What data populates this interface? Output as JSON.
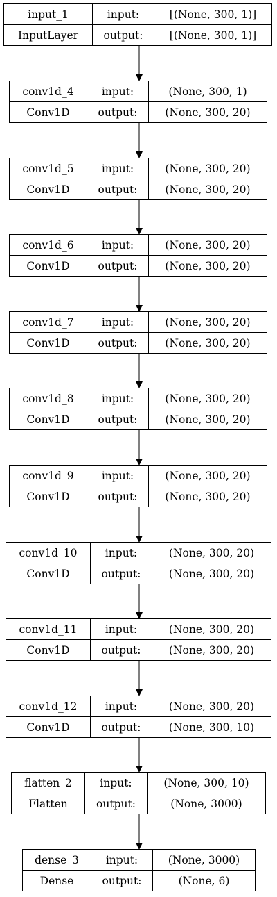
{
  "diagram": {
    "labels": {
      "input": "input:",
      "output": "output:"
    },
    "nodes": [
      {
        "name": "input_1",
        "type": "InputLayer",
        "input_shape": "[(None, 300, 1)]",
        "output_shape": "[(None, 300, 1)]"
      },
      {
        "name": "conv1d_4",
        "type": "Conv1D",
        "input_shape": "(None, 300, 1)",
        "output_shape": "(None, 300, 20)"
      },
      {
        "name": "conv1d_5",
        "type": "Conv1D",
        "input_shape": "(None, 300, 20)",
        "output_shape": "(None, 300, 20)"
      },
      {
        "name": "conv1d_6",
        "type": "Conv1D",
        "input_shape": "(None, 300, 20)",
        "output_shape": "(None, 300, 20)"
      },
      {
        "name": "conv1d_7",
        "type": "Conv1D",
        "input_shape": "(None, 300, 20)",
        "output_shape": "(None, 300, 20)"
      },
      {
        "name": "conv1d_8",
        "type": "Conv1D",
        "input_shape": "(None, 300, 20)",
        "output_shape": "(None, 300, 20)"
      },
      {
        "name": "conv1d_9",
        "type": "Conv1D",
        "input_shape": "(None, 300, 20)",
        "output_shape": "(None, 300, 20)"
      },
      {
        "name": "conv1d_10",
        "type": "Conv1D",
        "input_shape": "(None, 300, 20)",
        "output_shape": "(None, 300, 20)"
      },
      {
        "name": "conv1d_11",
        "type": "Conv1D",
        "input_shape": "(None, 300, 20)",
        "output_shape": "(None, 300, 20)"
      },
      {
        "name": "conv1d_12",
        "type": "Conv1D",
        "input_shape": "(None, 300, 20)",
        "output_shape": "(None, 300, 10)"
      },
      {
        "name": "flatten_2",
        "type": "Flatten",
        "input_shape": "(None, 300, 10)",
        "output_shape": "(None, 3000)"
      },
      {
        "name": "dense_3",
        "type": "Dense",
        "input_shape": "(None, 3000)",
        "output_shape": "(None, 6)"
      }
    ]
  }
}
